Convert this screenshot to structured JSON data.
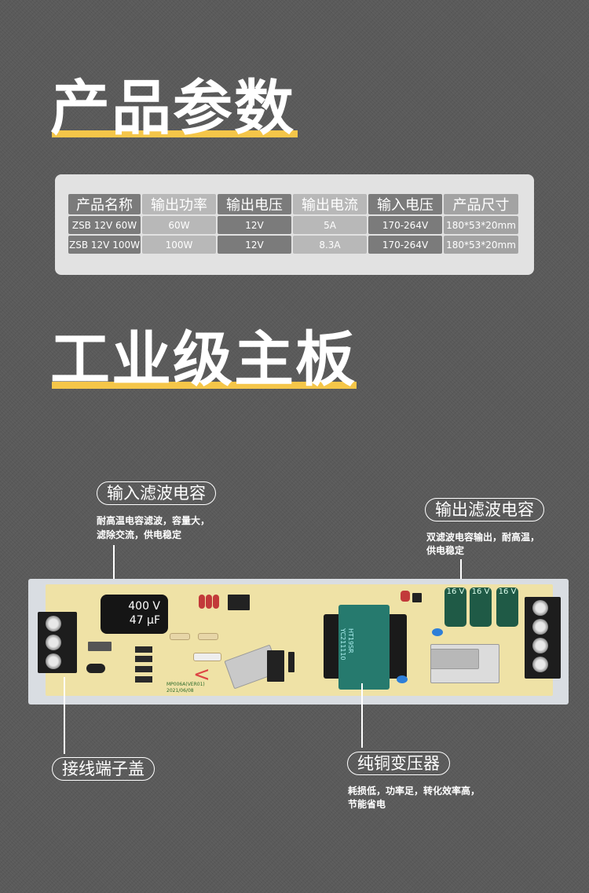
{
  "sections": {
    "params_title": "产品参数",
    "board_title": "工业级主板"
  },
  "spec_table": {
    "headers": [
      "产品名称",
      "输出功率",
      "输出电压",
      "输出电流",
      "输入电压",
      "产品尺寸"
    ],
    "rows": [
      [
        "ZSB 12V 60W",
        "60W",
        "12V",
        "5A",
        "170-264V",
        "180*53*20mm"
      ],
      [
        "ZSB 12V 100W",
        "100W",
        "12V",
        "8.3A",
        "170-264V",
        "180*53*20mm"
      ]
    ]
  },
  "callouts": {
    "input_cap": {
      "label": "输入滤波电容",
      "desc_line1": "耐高温电容滤波，容量大，",
      "desc_line2": "滤除交流，供电稳定"
    },
    "output_cap": {
      "label": "输出滤波电容",
      "desc_line1": "双滤波电容输出，耐高温，",
      "desc_line2": "供电稳定"
    },
    "terminal_cover": {
      "label": "接线端子盖"
    },
    "transformer": {
      "label": "纯铜变压器",
      "desc_line1": "耗损低，功率足，转化效率高，",
      "desc_line2": "节能省电"
    }
  },
  "board": {
    "big_cap_line1": "400 V",
    "big_cap_line2": "47 μF",
    "out_cap_rating": "16 V",
    "transformer_marking_1": "HT19SR",
    "transformer_marking_2": "YC211110",
    "pcb_model": "MP006A(VER01)",
    "pcb_date": "2021/06/08"
  },
  "colors": {
    "background": "#5a5a5a",
    "accent_underline": "#f5c649",
    "table_panel": "#e2e2e2",
    "pcb": "#efe2a6"
  }
}
